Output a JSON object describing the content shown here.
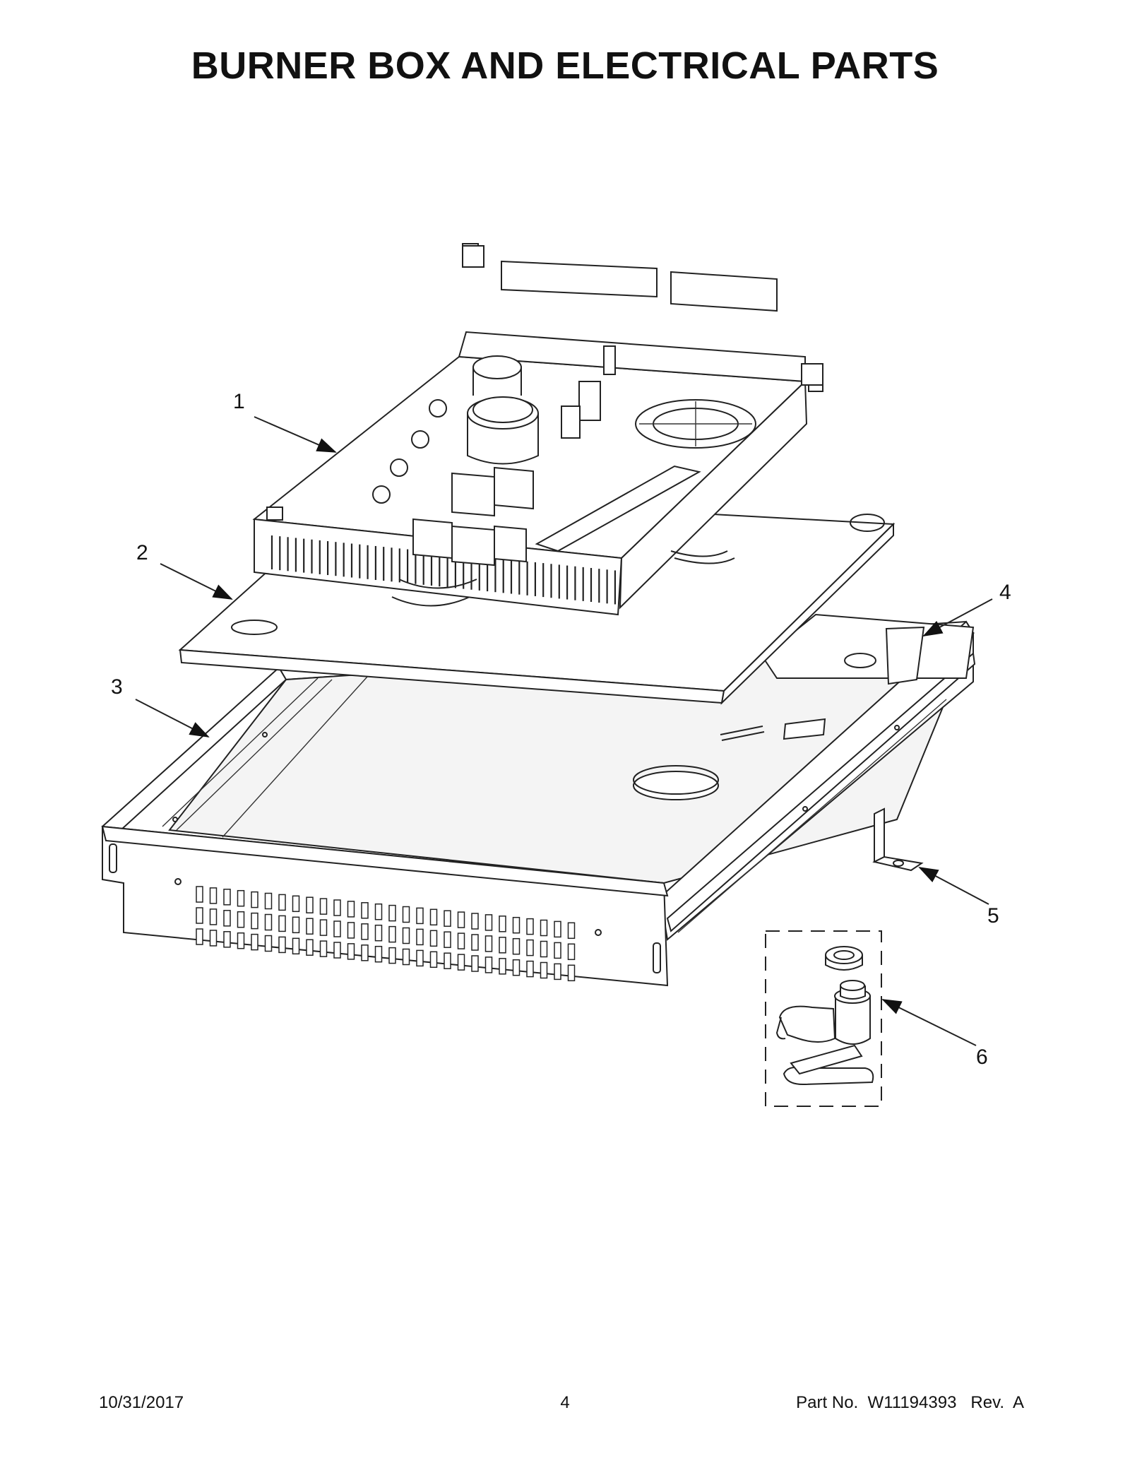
{
  "title": "BURNER BOX AND ELECTRICAL PARTS",
  "footer": {
    "date": "10/31/2017",
    "page": "4",
    "part": "Part No.  W11194393   Rev.  A"
  },
  "callouts": [
    "1",
    "2",
    "3",
    "4",
    "5",
    "6"
  ]
}
